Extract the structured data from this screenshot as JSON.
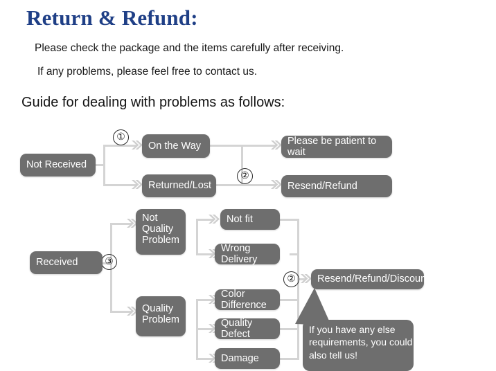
{
  "header": {
    "title": "Return & Refund:",
    "line1": "Please check the package and the items carefully after receiving.",
    "line2": "If any problems, please feel free to contact us.",
    "guide": "Guide for dealing with problems as follows:"
  },
  "colors": {
    "title_blue": "#1f3f86",
    "node_gray": "#6e6e6e",
    "line_gray": "#d4d4d4",
    "text_dark": "#171717",
    "node_text": "#ffffff",
    "background": "#ffffff"
  },
  "flowchart": {
    "nodes": {
      "not_received": "Not Received",
      "on_the_way": "On the Way",
      "returned_lost": "Returned/Lost",
      "please_wait": "Please be patient to wait",
      "resend_refund": "Resend/Refund",
      "received": "Received",
      "not_quality_problem_l1": "Not",
      "not_quality_problem_l2": "Quality",
      "not_quality_problem_l3": "Problem",
      "quality_problem_l1": "Quality",
      "quality_problem_l2": "Problem",
      "not_fit": "Not fit",
      "wrong_delivery": "Wrong Delivery",
      "color_difference": "Color Difference",
      "quality_defect": "Quality Defect",
      "damage": "Damage",
      "resend_refund_discount": "Resend/Refund/Discount"
    },
    "markers": {
      "one": "①",
      "two_top": "②",
      "three": "③",
      "two_bottom": "②"
    },
    "callout": {
      "line1": "If you have any else",
      "line2": "requirements, you could",
      "line3": "also tell us!"
    }
  }
}
